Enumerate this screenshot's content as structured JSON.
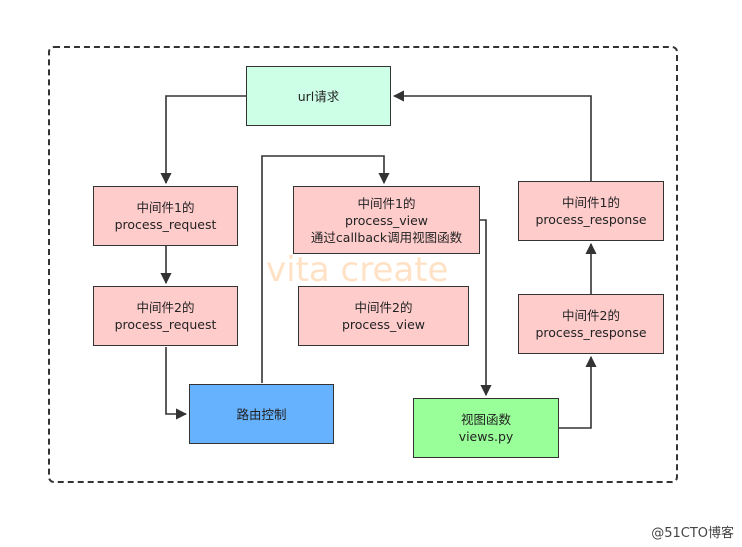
{
  "nodes": {
    "url_request": {
      "label": "url请求",
      "color": "#ccffe6"
    },
    "mw1_process_request": {
      "line1": "中间件1的",
      "line2": "process_request",
      "color": "#ffcccc"
    },
    "mw2_process_request": {
      "line1": "中间件2的",
      "line2": "process_request",
      "color": "#ffcccc"
    },
    "routing": {
      "label": "路由控制",
      "color": "#66b2ff"
    },
    "mw1_process_view": {
      "line1": "中间件1的",
      "line2": "process_view",
      "line3": "通过callback调用视图函数",
      "color": "#ffcccc"
    },
    "mw2_process_view": {
      "line1": "中间件2的",
      "line2": "process_view",
      "color": "#ffcccc"
    },
    "view_func": {
      "line1": "视图函数",
      "line2": "views.py",
      "color": "#99ff99"
    },
    "mw2_process_response": {
      "line1": "中间件2的",
      "line2": "process_response",
      "color": "#ffcccc"
    },
    "mw1_process_response": {
      "line1": "中间件1的",
      "line2": "process_response",
      "color": "#ffcccc"
    }
  },
  "watermark": "vita create",
  "credit": "@51CTO博客"
}
